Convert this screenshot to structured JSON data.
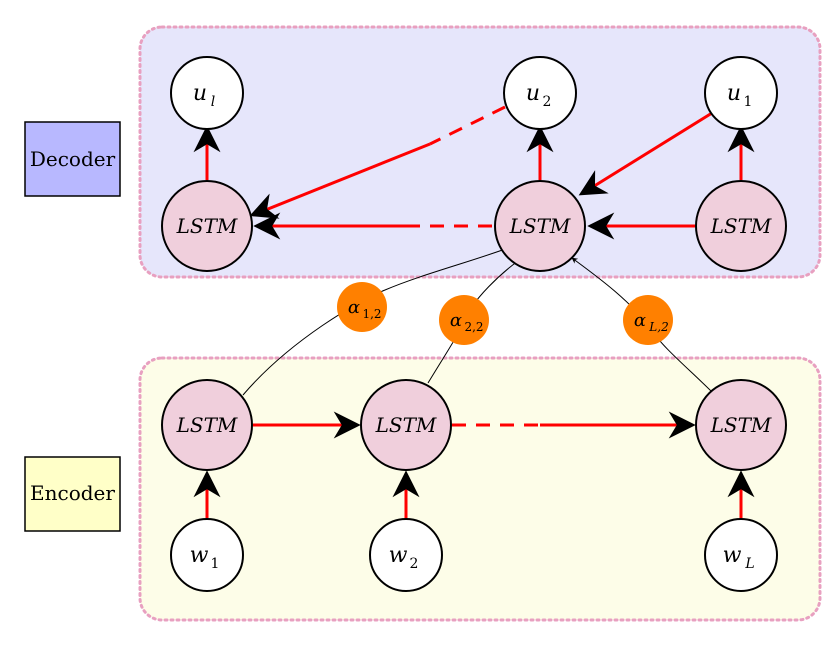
{
  "colors": {
    "decoder_panel_fill": "#e6e6fb",
    "encoder_panel_fill": "#fdfde8",
    "panel_border": "#e8a0c0",
    "lstm_fill": "#f0cfdc",
    "word_fill": "#ffffff",
    "arrow_red": "#ff0000",
    "attention_fill": "#ff8000",
    "decoder_label_fill": "#b8b8ff",
    "encoder_label_fill": "#ffffc8"
  },
  "labels": {
    "decoder": "Decoder",
    "encoder": "Encoder"
  },
  "decoder": {
    "lstm_cells": [
      "LSTM",
      "LSTM",
      "LSTM"
    ],
    "outputs": [
      {
        "base": "u",
        "sub": "l"
      },
      {
        "base": "u",
        "sub": "2"
      },
      {
        "base": "u",
        "sub": "1"
      }
    ]
  },
  "encoder": {
    "lstm_cells": [
      "LSTM",
      "LSTM",
      "LSTM"
    ],
    "inputs": [
      {
        "base": "w",
        "sub": "1"
      },
      {
        "base": "w",
        "sub": "2"
      },
      {
        "base": "w",
        "sub": "L"
      }
    ]
  },
  "attention": [
    {
      "base": "α",
      "sub": "1,2"
    },
    {
      "base": "α",
      "sub": "2,2"
    },
    {
      "base": "α",
      "sub": "L,2"
    }
  ]
}
